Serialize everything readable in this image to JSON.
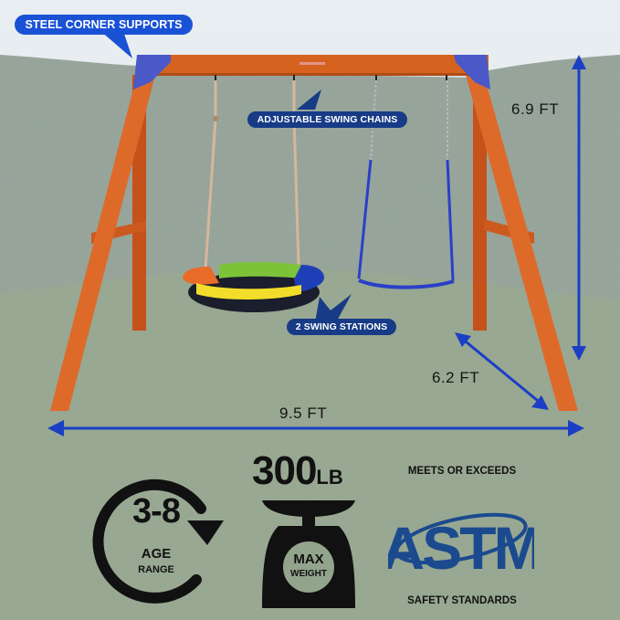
{
  "callouts": {
    "steel_corner_supports": "STEEL CORNER  SUPPORTS",
    "adjustable_swing_chains": "ADJUSTABLE SWING CHAINS",
    "swing_stations": "2 SWING STATIONS"
  },
  "dimensions": {
    "height": "6.9 FT",
    "depth": "6.2 FT",
    "width": "9.5 FT"
  },
  "badges": {
    "age": {
      "value": "3-8",
      "line1": "AGE",
      "line2": "RANGE"
    },
    "weight": {
      "value": "300",
      "unit": "LB",
      "line1": "MAX",
      "line2": "WEIGHT"
    },
    "astm": {
      "top": "MEETS OR EXCEEDS",
      "logo": "ASTM",
      "bottom": "SAFETY STANDARDS"
    }
  },
  "colors": {
    "callout_bright": "#1a52d6",
    "callout_dark": "#173b86",
    "arrow_blue": "#1a3fc4",
    "wood": "#d9621f",
    "steel_bracket": "#4a58c8",
    "astm_blue": "#1b4a8e",
    "hedge": "#8e9e92",
    "grass": "#93a48c"
  }
}
